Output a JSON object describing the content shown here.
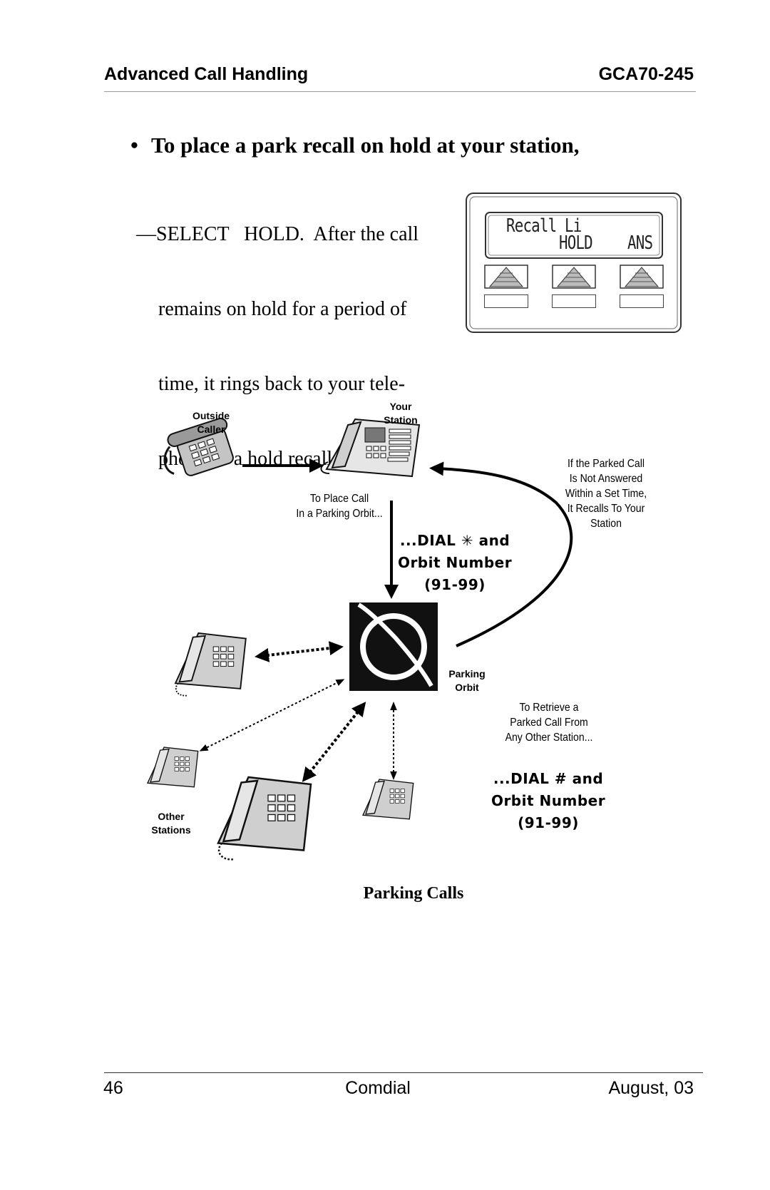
{
  "header": {
    "section": "Advanced Call Handling",
    "doc_id": "GCA70-245"
  },
  "step": {
    "bullet": "•",
    "heading": "To place a park recall on hold at your station,",
    "lines": [
      "—SELECT   HOLD.  After the call",
      "remains on hold for a period of",
      "time, it rings back to your tele-",
      "phone as a hold recall."
    ]
  },
  "lcd": {
    "line1": "Recall Li",
    "softkeys": [
      "HOLD",
      "ANS"
    ]
  },
  "diagram": {
    "outside_caller": [
      "Outside",
      "Caller"
    ],
    "your_station": [
      "Your",
      "Station"
    ],
    "to_place": [
      "To Place Call",
      "In a Parking Orbit..."
    ],
    "dial_park": [
      "...DIAL ✳ and",
      "Orbit Number",
      "(91-99)"
    ],
    "recall_note": [
      "If the Parked Call",
      "Is Not Answered",
      "Within a Set Time,",
      "It Recalls To Your",
      "Station"
    ],
    "parking_orbit": [
      "Parking",
      "Orbit"
    ],
    "retrieve_note": [
      "To Retrieve a",
      "Parked Call From",
      "Any Other Station..."
    ],
    "dial_retrieve": [
      "...DIAL # and",
      "Orbit Number",
      "(91-99)"
    ],
    "other_stations": [
      "Other",
      "Stations"
    ],
    "icons": [
      "telephone-icon",
      "orbit-icon"
    ],
    "caption": "Parking Calls"
  },
  "footer": {
    "page": "46",
    "brand": "Comdial",
    "date": "August, 03"
  }
}
